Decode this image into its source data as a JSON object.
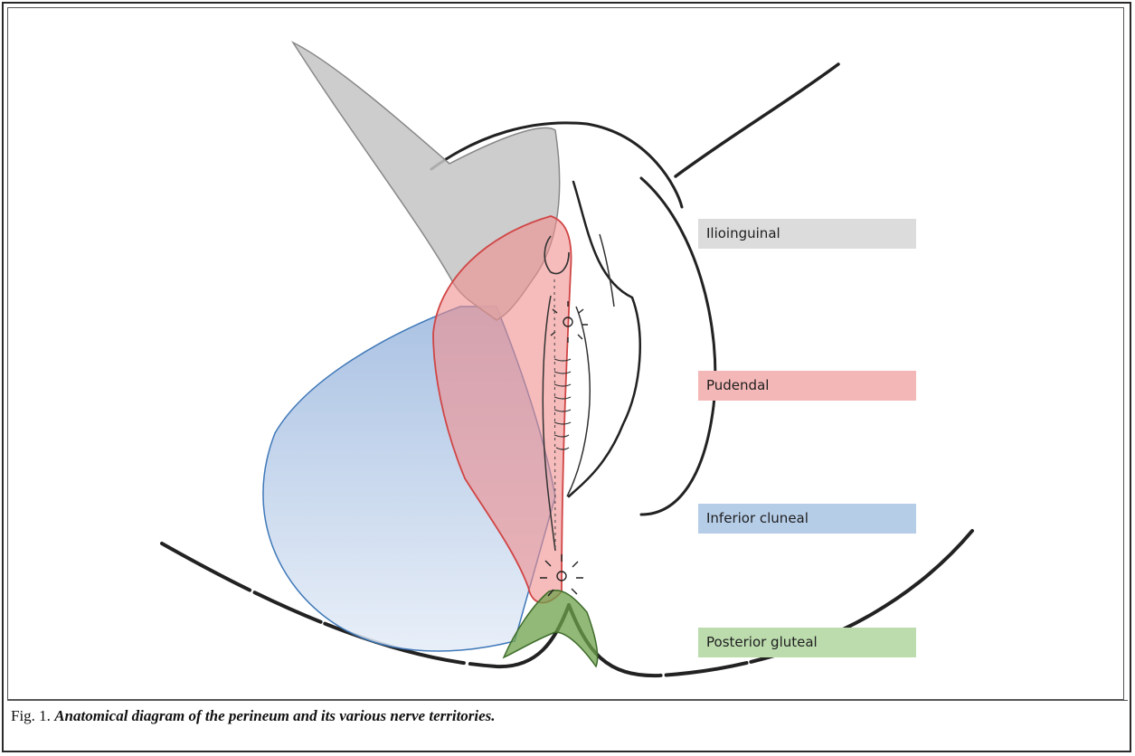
{
  "legend": {
    "items": [
      {
        "label": "Ilioinguinal",
        "color": "#dcdcdc"
      },
      {
        "label": "Pudendal",
        "color": "#f4b7b7"
      },
      {
        "label": "Inferior cluneal",
        "color": "#b6cde8"
      },
      {
        "label": "Posterior gluteal",
        "color": "#bcdcae"
      }
    ]
  },
  "caption": {
    "number": "Fig. 1.",
    "text": "Anatomical diagram of the perineum and its various nerve territories."
  }
}
